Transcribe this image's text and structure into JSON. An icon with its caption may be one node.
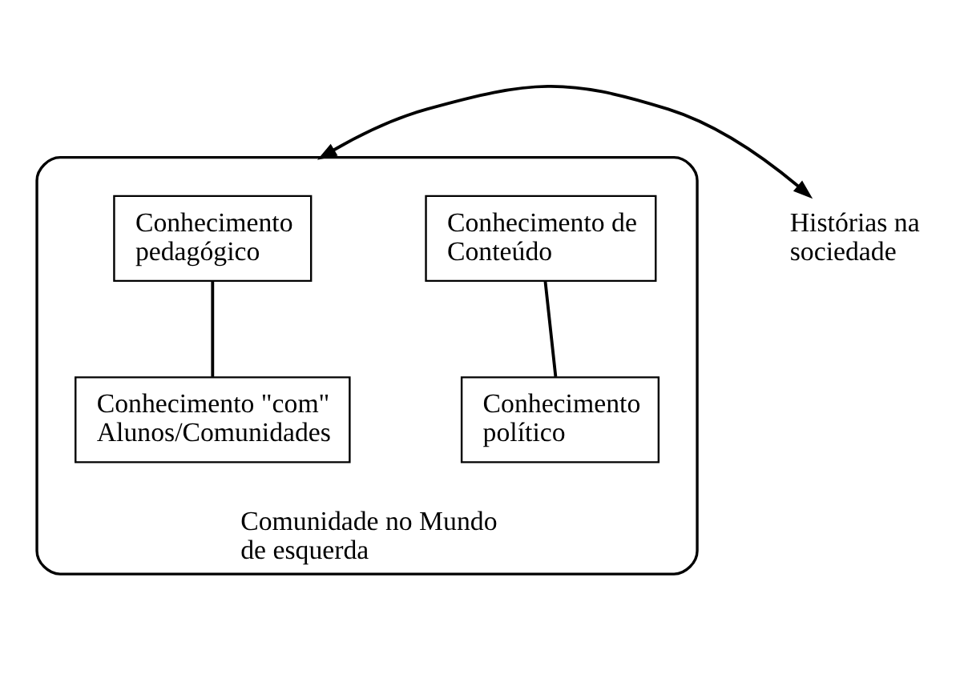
{
  "diagram": {
    "nodes": [
      {
        "text": [
          "Comunidade no Mundo de esquerda"
        ]
      },
      {
        "text": [
          "Histórias na sociedade"
        ]
      },
      {
        "text": [
          "Conhecimento de Conteúdo"
        ],
        "in": 0
      },
      {
        "text": [
          "Conhecimento pedagógico"
        ],
        "in": 0
      },
      {
        "text": [
          "Conhecimento \"com\" Alunos/Comunidades"
        ],
        "in": 0
      },
      {
        "text": [
          "Conhecimento político"
        ],
        "in": 0
      }
    ],
    "edges": [
      {
        "from": 2,
        "to": 5,
        "arrow": "none"
      },
      {
        "from": 3,
        "to": 4,
        "arrow": "none"
      },
      {
        "from": 1,
        "to": 0,
        "arrow": "both"
      }
    ]
  }
}
